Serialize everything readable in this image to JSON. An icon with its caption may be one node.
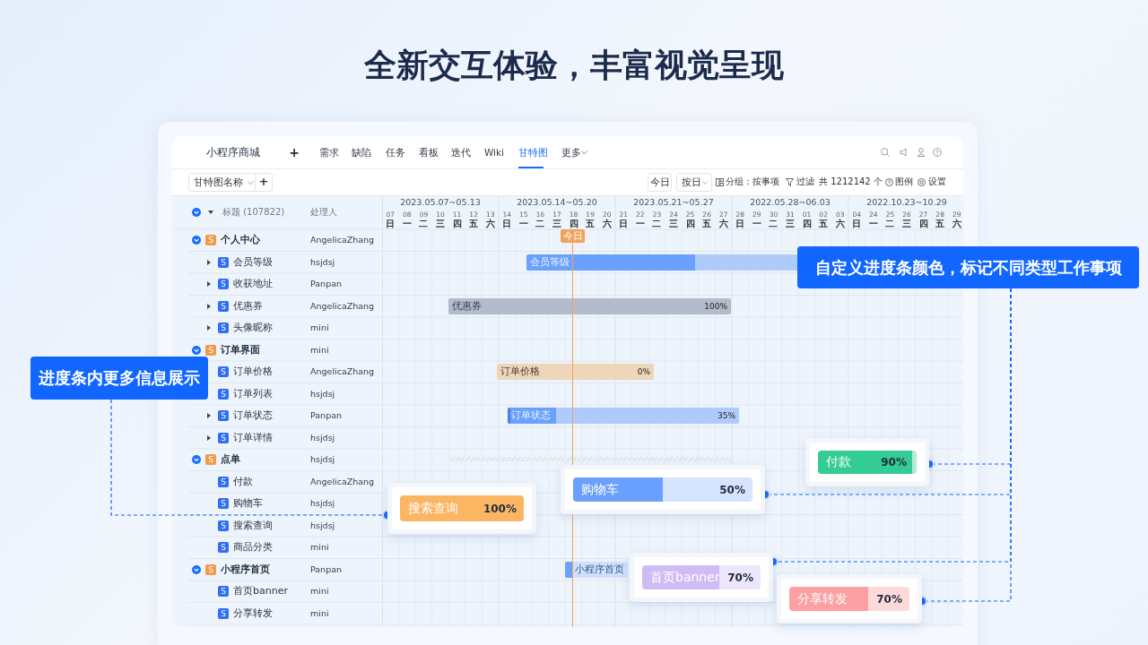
{
  "diagram": {
    "title": "全新交互体验，丰富视觉呈现",
    "nodes": [
      {
        "text": [
          "自定义进度条颜色，标记不同类型工作事项"
        ]
      },
      {
        "text": [
          "进度条内更多信息展示"
        ]
      },
      {
        "text": [
          "付款",
          "90%"
        ]
      },
      {
        "text": [
          "购物车",
          "50%"
        ]
      },
      {
        "text": [
          "搜索查询",
          "100%"
        ]
      },
      {
        "text": [
          "首页banner",
          "70%"
        ]
      },
      {
        "text": [
          "分享转发",
          "70%"
        ]
      }
    ],
    "edges": [
      {
        "from": 1,
        "to": 4,
        "arrow": "other",
        "style": "dashed"
      },
      {
        "from": 0,
        "to": 2,
        "arrow": "other",
        "style": "dashed"
      },
      {
        "from": 0,
        "to": 3,
        "arrow": "other",
        "style": "dashed"
      },
      {
        "from": 0,
        "to": 5,
        "arrow": "other",
        "style": "dashed"
      },
      {
        "from": 0,
        "to": 6,
        "arrow": "other",
        "style": "dashed"
      }
    ],
    "labels": [
      "小程序商城",
      "+",
      "需求",
      "缺陷",
      "任务",
      "看板",
      "迭代",
      "Wiki",
      "甘特图",
      "更多",
      "甘特图名称",
      "+",
      "今日",
      "按日",
      "分组：按事项",
      "过滤",
      "共 1212142 个",
      "图例",
      "设置",
      "标题 (107822)",
      "处理人",
      "2023.05.07~05.13",
      "2023.05.14~05.20",
      "2023.05.21~05.27",
      "2022.05.28~06.03",
      "2022.10.23~10.29",
      "07",
      "08",
      "09",
      "10",
      "11",
      "12",
      "13",
      "14",
      "15",
      "16",
      "17",
      "18",
      "19",
      "20",
      "21",
      "22",
      "23",
      "24",
      "25",
      "26",
      "27",
      "28",
      "29",
      "30",
      "31",
      "01",
      "02",
      "03",
      "04",
      "24",
      "25",
      "26",
      "27",
      "28",
      "29",
      "日",
      "一",
      "二",
      "三",
      "四",
      "五",
      "六",
      "日",
      "一",
      "二",
      "三",
      "四",
      "五",
      "六",
      "日",
      "一",
      "二",
      "三",
      "四",
      "五",
      "六",
      "日",
      "一",
      "二",
      "三",
      "四",
      "五",
      "六",
      "日",
      "一",
      "二",
      "三",
      "四",
      "五",
      "六",
      "今日",
      "S",
      "个人中心",
      "AngelicaZhang",
      "S",
      "会员等级",
      "hsjdsj",
      "S",
      "收获地址",
      "Panpan",
      "S",
      "优惠券",
      "AngelicaZhang",
      "S",
      "头像昵称",
      "mini",
      "S",
      "订单界面",
      "mini",
      "S",
      "订单价格",
      "AngelicaZhang",
      "S",
      "订单列表",
      "hsjdsj",
      "S",
      "订单状态",
      "Panpan",
      "S",
      "订单详情",
      "hsjdsj",
      "S",
      "点单",
      "hsjdsj",
      "S",
      "付款",
      "AngelicaZhang",
      "S",
      "购物车",
      "hsjdsj",
      "S",
      "搜索查询",
      "hsjdsj",
      "S",
      "商品分类",
      "mini",
      "S",
      "小程序首页",
      "Panpan",
      "S",
      "首页banner",
      "mini",
      "S",
      "分享转发",
      "mini",
      "会员等级",
      "优惠券",
      "100%",
      "订单价格",
      "0%",
      "订单状态",
      "35%",
      "小程序首页"
    ]
  }
}
